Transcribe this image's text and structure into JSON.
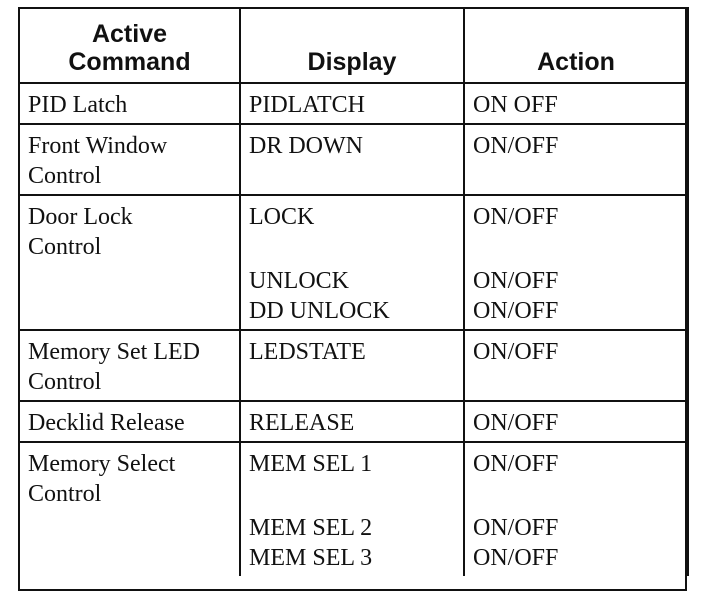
{
  "headers": {
    "active_command": [
      "Active",
      "Command"
    ],
    "display": "Display",
    "action": "Action"
  },
  "rows": [
    {
      "command": [
        "PID Latch"
      ],
      "display": [
        "PIDLATCH"
      ],
      "action": [
        "ON OFF"
      ]
    },
    {
      "command": [
        "Front Window",
        "Control"
      ],
      "display": [
        "DR DOWN"
      ],
      "action": [
        "ON/OFF"
      ]
    },
    {
      "command": [
        "Door Lock",
        "Control"
      ],
      "display": [
        "LOCK",
        "UNLOCK",
        "DD UNLOCK"
      ],
      "action": [
        "ON/OFF",
        "ON/OFF",
        "ON/OFF"
      ]
    },
    {
      "command": [
        "Memory Set LED",
        "Control"
      ],
      "display": [
        "LEDSTATE"
      ],
      "action": [
        "ON/OFF"
      ]
    },
    {
      "command": [
        "Decklid Release"
      ],
      "display": [
        "RELEASE"
      ],
      "action": [
        "ON/OFF"
      ]
    },
    {
      "command": [
        "Memory Select",
        "Control"
      ],
      "display": [
        "MEM SEL 1",
        "MEM SEL 2",
        "MEM SEL 3"
      ],
      "action": [
        "ON/OFF",
        "ON/OFF",
        "ON/OFF"
      ]
    }
  ]
}
